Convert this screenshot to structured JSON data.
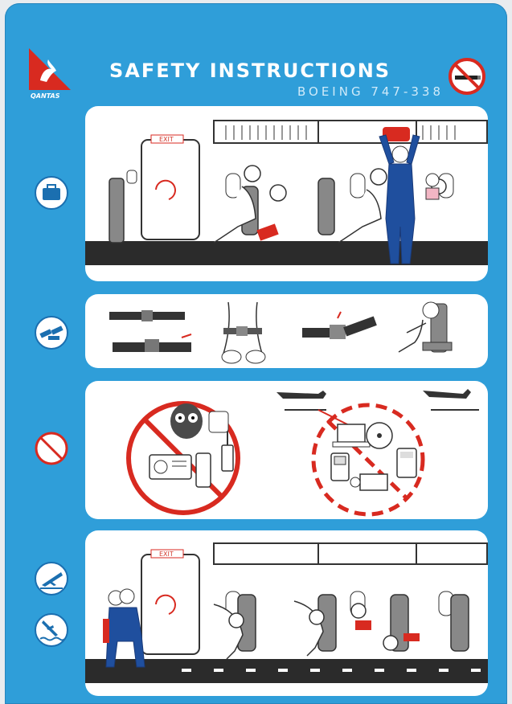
{
  "brand": {
    "logo_text": "QANTAS",
    "accent": "#d82a20"
  },
  "header": {
    "title": "SAFETY INSTRUCTIONS",
    "subtitle": "BOEING 747-338"
  },
  "colors": {
    "card_blue": "#2f9ed9",
    "panel_white": "#ffffff",
    "warning_red": "#d82a20",
    "crew_blue": "#1f4f9e"
  },
  "panels": [
    {
      "id": "cabin-baggage",
      "side_icon": "briefcase-icon",
      "exit_label": "EXIT"
    },
    {
      "id": "seatbelt",
      "side_icon": "seatbelt-icon"
    },
    {
      "id": "electronics",
      "side_icon": "prohibited-icon"
    },
    {
      "id": "brace-position",
      "side_icons": [
        "plane-land-icon",
        "plane-water-icon"
      ],
      "exit_label": "EXIT"
    }
  ],
  "icons": {
    "no_smoking": "no-smoking-icon"
  }
}
